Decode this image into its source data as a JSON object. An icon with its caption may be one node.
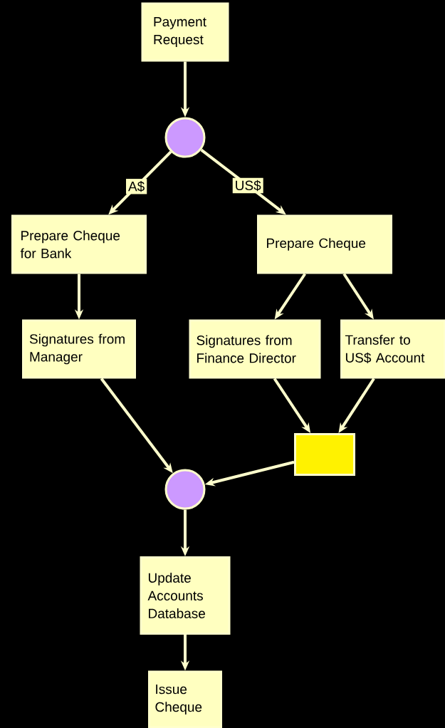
{
  "diagram": {
    "nodes": [
      {
        "text": [
          "Payment Request"
        ]
      },
      {
        "text": [],
        "shape": "circle"
      },
      {
        "text": [
          "Prepare Cheque for Bank"
        ]
      },
      {
        "text": [
          "Prepare Cheque"
        ]
      },
      {
        "text": [
          "Signatures from Manager"
        ]
      },
      {
        "text": [
          "Signatures from Finance Director"
        ]
      },
      {
        "text": [
          "Transfer to US$ Account"
        ]
      },
      {
        "text": [],
        "shape": "box"
      },
      {
        "text": [],
        "shape": "circle"
      },
      {
        "text": [
          "Update Accounts Database"
        ]
      },
      {
        "text": [
          "Issue Cheque"
        ]
      }
    ],
    "edges": [
      {
        "from": 0,
        "to": 1,
        "arrow": "to"
      },
      {
        "from": 1,
        "to": 2,
        "arrow": "to",
        "label": "A$"
      },
      {
        "from": 1,
        "to": 3,
        "arrow": "to",
        "label": "US$"
      },
      {
        "from": 2,
        "to": 4,
        "arrow": "to"
      },
      {
        "from": 3,
        "to": 5,
        "arrow": "to"
      },
      {
        "from": 3,
        "to": 6,
        "arrow": "to"
      },
      {
        "from": 4,
        "to": 8,
        "arrow": "to"
      },
      {
        "from": 5,
        "to": 7,
        "arrow": "to"
      },
      {
        "from": 6,
        "to": 7,
        "arrow": "to"
      },
      {
        "from": 7,
        "to": 8,
        "arrow": "to"
      },
      {
        "from": 8,
        "to": 9,
        "arrow": "to"
      },
      {
        "from": 9,
        "to": 10,
        "arrow": "to"
      }
    ]
  }
}
